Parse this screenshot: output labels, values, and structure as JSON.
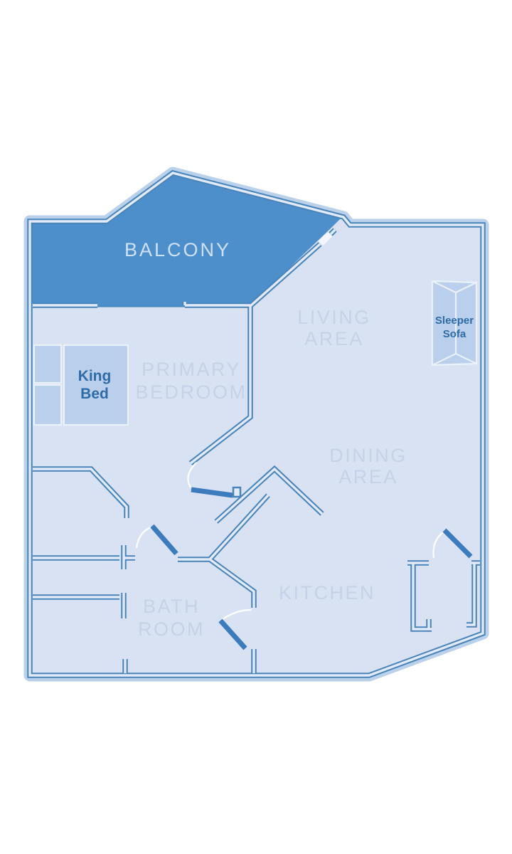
{
  "plan": {
    "type": "apartment-floor-plan",
    "rooms": {
      "balcony": {
        "label": "BALCONY"
      },
      "living": {
        "line1": "LIVING",
        "line2": "AREA"
      },
      "primary": {
        "line1": "PRIMARY",
        "line2": "BEDROOM"
      },
      "dining": {
        "line1": "DINING",
        "line2": "AREA"
      },
      "kitchen": {
        "label": "KITCHEN"
      },
      "bathroom": {
        "line1": "BATH",
        "line2": "ROOM"
      }
    },
    "furniture": {
      "king_bed": {
        "line1": "King",
        "line2": "Bed"
      },
      "sleeper_sofa": {
        "line1": "Sleeper",
        "line2": "Sofa"
      }
    },
    "colors": {
      "balcony_fill": "#4d8fca",
      "wall_line": "#4a85ba",
      "wall_core": "#e2ebf7",
      "floor": "#d8e2f2",
      "outer_glow": "#b9d1ea",
      "door_leaf": "#3a7cbd",
      "furniture_fill": "#b9cfec",
      "room_label_text": "#c5d2e7",
      "balcony_label_text": "#cfe0f3",
      "furniture_label_text": "#2f6ba6",
      "background": "#ffffff"
    }
  }
}
